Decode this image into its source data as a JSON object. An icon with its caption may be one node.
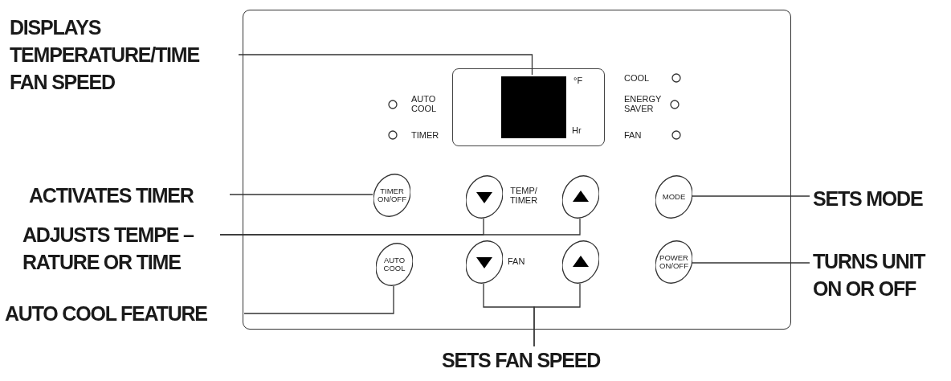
{
  "diagram": {
    "nodes": [
      {
        "text": [],
        "shape": "box"
      },
      {
        "text": [
          "°F",
          "Hr"
        ],
        "in": 0
      },
      {
        "text": [],
        "shape": "box",
        "in": 1
      },
      {
        "text": [
          "TIMER ON/OFF"
        ],
        "in": 0
      },
      {
        "text": [],
        "shape": "ellipse",
        "in": 0
      },
      {
        "text": [],
        "shape": "ellipse",
        "in": 0
      },
      {
        "text": [
          "MODE"
        ],
        "in": 0
      },
      {
        "text": [
          "AUTO COOL"
        ],
        "in": 0
      },
      {
        "text": [],
        "shape": "ellipse",
        "in": 0
      },
      {
        "text": [],
        "shape": "ellipse",
        "in": 0
      },
      {
        "text": [
          "POWER ON/OFF"
        ],
        "in": 0
      },
      {
        "text": [
          "DISPLAYS TEMPERATURE/TIME FAN SPEED"
        ]
      },
      {
        "text": [
          "ACTIVATES TIMER"
        ]
      },
      {
        "text": [
          "ADJUSTS TEMPE – RATURE OR TIME"
        ]
      },
      {
        "text": [
          "AUTO COOL FEATURE"
        ]
      },
      {
        "text": [
          "SETS MODE"
        ]
      },
      {
        "text": [
          "TURNS UNIT ON OR OFF"
        ]
      },
      {
        "text": [
          "SETS FAN SPEED"
        ]
      }
    ],
    "edges": [
      {
        "from": 11,
        "to": 2,
        "arrow": "none"
      },
      {
        "from": 12,
        "to": 3,
        "arrow": "none"
      },
      {
        "from": 13,
        "to": 4,
        "arrow": "none"
      },
      {
        "from": 13,
        "to": 5,
        "arrow": "none"
      },
      {
        "from": 14,
        "to": 7,
        "arrow": "none"
      },
      {
        "from": 15,
        "to": 6,
        "arrow": "none"
      },
      {
        "from": 16,
        "to": 10,
        "arrow": "none"
      },
      {
        "from": 17,
        "to": 8,
        "arrow": "none"
      },
      {
        "from": 17,
        "to": 9,
        "arrow": "none"
      }
    ],
    "labels": [
      "AUTO COOL",
      "TIMER",
      "COOL",
      "ENERGY SAVER",
      "FAN",
      "TEMP/ TIMER",
      "FAN"
    ]
  }
}
